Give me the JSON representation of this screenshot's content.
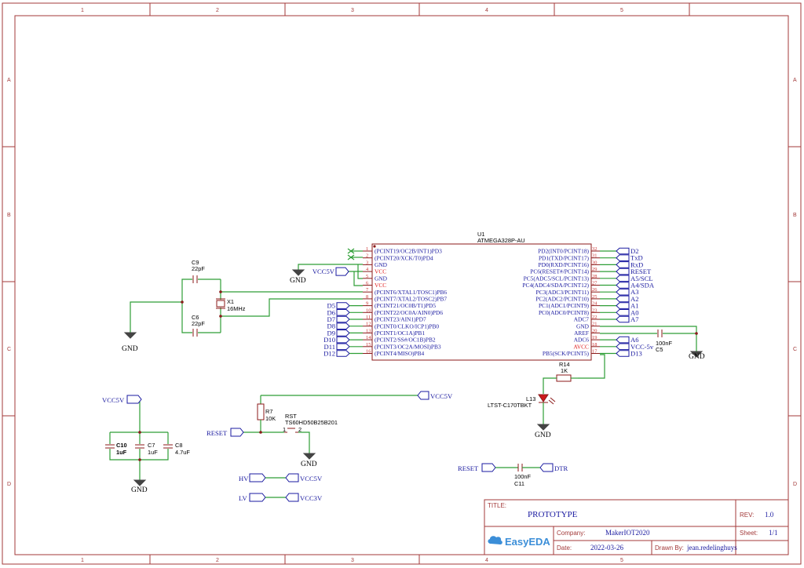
{
  "sheet": {
    "column_labels": [
      "1",
      "2",
      "3",
      "4",
      "5"
    ],
    "row_labels": [
      "A",
      "B",
      "C",
      "D"
    ]
  },
  "title_block": {
    "title_label": "TITLE:",
    "title_value": "PROTOTYPE",
    "rev_label": "REV:",
    "rev_value": "1.0",
    "company_label": "Company:",
    "company_value": "MakerIOT2020",
    "sheet_label": "Sheet:",
    "sheet_value": "1/1",
    "date_label": "Date:",
    "date_value": "2022-03-26",
    "drawn_label": "Drawn By:",
    "drawn_value": "jean.redelinghuys",
    "logo_text": "EasyEDA"
  },
  "mcu": {
    "ref": "U1",
    "part": "ATMEGA328P-AU",
    "left_pins": [
      {
        "num": "1",
        "name": "(PCINT19/OC2B/INT1)PD3"
      },
      {
        "num": "2",
        "name": "(PCINT20/XCK/T0)PD4"
      },
      {
        "num": "3",
        "name": "GND"
      },
      {
        "num": "4",
        "name": "VCC"
      },
      {
        "num": "5",
        "name": "GND"
      },
      {
        "num": "6",
        "name": "VCC"
      },
      {
        "num": "7",
        "name": "(PCINT6/XTAL1/TOSC1)PB6"
      },
      {
        "num": "8",
        "name": "(PCINT7/XTAL2/TOSC2)PB7"
      },
      {
        "num": "9",
        "name": "(PCINT21/OC0B/T1)PD5"
      },
      {
        "num": "10",
        "name": "(PCINT22/OC0A/AIN0)PD6"
      },
      {
        "num": "11",
        "name": "(PCINT23/AIN1)PD7"
      },
      {
        "num": "12",
        "name": "(PCINT0/CLKO/ICP1)PB0"
      },
      {
        "num": "13",
        "name": "(PCINT1/OC1A)PB1"
      },
      {
        "num": "14",
        "name": "(PCINT2/SS#/OC1B)PB2"
      },
      {
        "num": "15",
        "name": "(PCINT3/OC2A/MOSI)PB3"
      },
      {
        "num": "16",
        "name": "(PCINT4/MISO)PB4"
      }
    ],
    "right_pins": [
      {
        "num": "32",
        "name": "PD2(INT0/PCINT18)"
      },
      {
        "num": "31",
        "name": "PD1(TXD/PCINT17)"
      },
      {
        "num": "30",
        "name": "PD0(RXD/PCINT16)"
      },
      {
        "num": "29",
        "name": "PC6(RESET#/PCINT14)"
      },
      {
        "num": "28",
        "name": "PC5(ADC5/SCL/PCINT13)"
      },
      {
        "num": "27",
        "name": "PC4(ADC4/SDA/PCINT12)"
      },
      {
        "num": "26",
        "name": "PC3(ADC3/PCINT11)"
      },
      {
        "num": "25",
        "name": "PC2(ADC2/PCINT10)"
      },
      {
        "num": "24",
        "name": "PC1(ADC1/PCINT9)"
      },
      {
        "num": "23",
        "name": "PC0(ADC0/PCINT8)"
      },
      {
        "num": "22",
        "name": "ADC7"
      },
      {
        "num": "21",
        "name": "GND"
      },
      {
        "num": "20",
        "name": "AREF"
      },
      {
        "num": "19",
        "name": "ADC6"
      },
      {
        "num": "18",
        "name": "AVCC"
      },
      {
        "num": "17",
        "name": "PB5(SCK/PCINT5)"
      }
    ],
    "left_nets": [
      "",
      "",
      "",
      "VCC5V",
      "",
      "",
      "",
      "",
      "D5",
      "D6",
      "D7",
      "D8",
      "D9",
      "D10",
      "D11",
      "D12"
    ],
    "right_nets": [
      "D2",
      "TxD",
      "RxD",
      "RESET",
      "A5/SCL",
      "A4/SDA",
      "A3",
      "A2",
      "A1",
      "A0",
      "A7",
      "",
      "",
      "A6",
      "VCC-5v",
      "D13"
    ]
  },
  "parts": {
    "c9": {
      "ref": "C9",
      "value": "22pF"
    },
    "c6": {
      "ref": "C6",
      "value": "22pF"
    },
    "x1": {
      "ref": "X1",
      "value": "16MHz"
    },
    "c5": {
      "ref": "C5",
      "value": "100nF"
    },
    "r14": {
      "ref": "R14",
      "value": "1K"
    },
    "l13": {
      "ref": "L13",
      "value": "LTST-C170TBKT"
    },
    "r7": {
      "ref": "R7",
      "value": "10K"
    },
    "rst": {
      "ref": "RST",
      "value": "TS60HD50B25B201",
      "pin1": "1",
      "pin2": "2"
    },
    "c10": {
      "ref": "C10",
      "value": "1uF"
    },
    "c7": {
      "ref": "C7",
      "value": "1uF"
    },
    "c8": {
      "ref": "C8",
      "value": "4.7uF"
    },
    "c11": {
      "ref": "C11",
      "value": "100nF"
    }
  },
  "nets": {
    "gnd": "GND",
    "vcc5v": "VCC5V",
    "vcc3v": "VCC3V",
    "reset": "RESET",
    "dtr": "DTR",
    "hv": "HV",
    "lv": "LV"
  }
}
